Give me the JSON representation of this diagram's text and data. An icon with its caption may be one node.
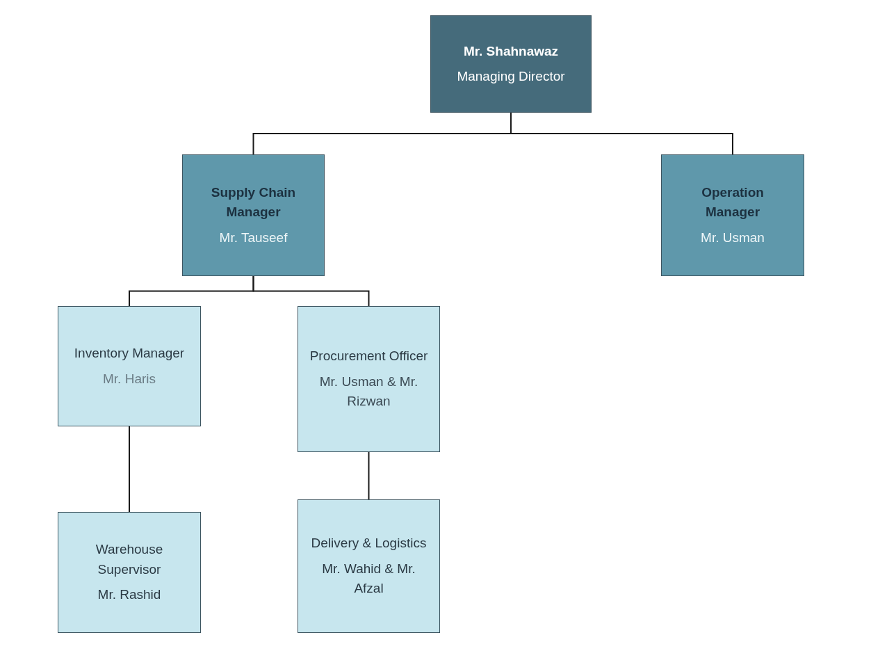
{
  "diagram": {
    "nodes": [
      {
        "text": [
          "Mr. Shahnawaz",
          "Managing Director"
        ]
      },
      {
        "text": [
          "Supply Chain Manager",
          "Mr. Tauseef"
        ]
      },
      {
        "text": [
          "Operation Manager",
          "Mr. Usman"
        ]
      },
      {
        "text": [
          "Inventory Manager",
          "Mr. Haris"
        ]
      },
      {
        "text": [
          "Procurement Officer",
          "Mr. Usman & Mr. Rizwan"
        ]
      },
      {
        "text": [
          "Warehouse Supervisor",
          "Mr. Rashid"
        ]
      },
      {
        "text": [
          "Delivery & Logistics",
          "Mr. Wahid & Mr. Afzal"
        ]
      }
    ],
    "edges": [
      {
        "from": 0,
        "to": 1,
        "arrow": "none"
      },
      {
        "from": 0,
        "to": 2,
        "arrow": "none"
      },
      {
        "from": 1,
        "to": 3,
        "arrow": "none"
      },
      {
        "from": 1,
        "to": 4,
        "arrow": "none"
      },
      {
        "from": 3,
        "to": 5,
        "arrow": "none"
      },
      {
        "from": 4,
        "to": 6,
        "arrow": "none"
      }
    ]
  }
}
